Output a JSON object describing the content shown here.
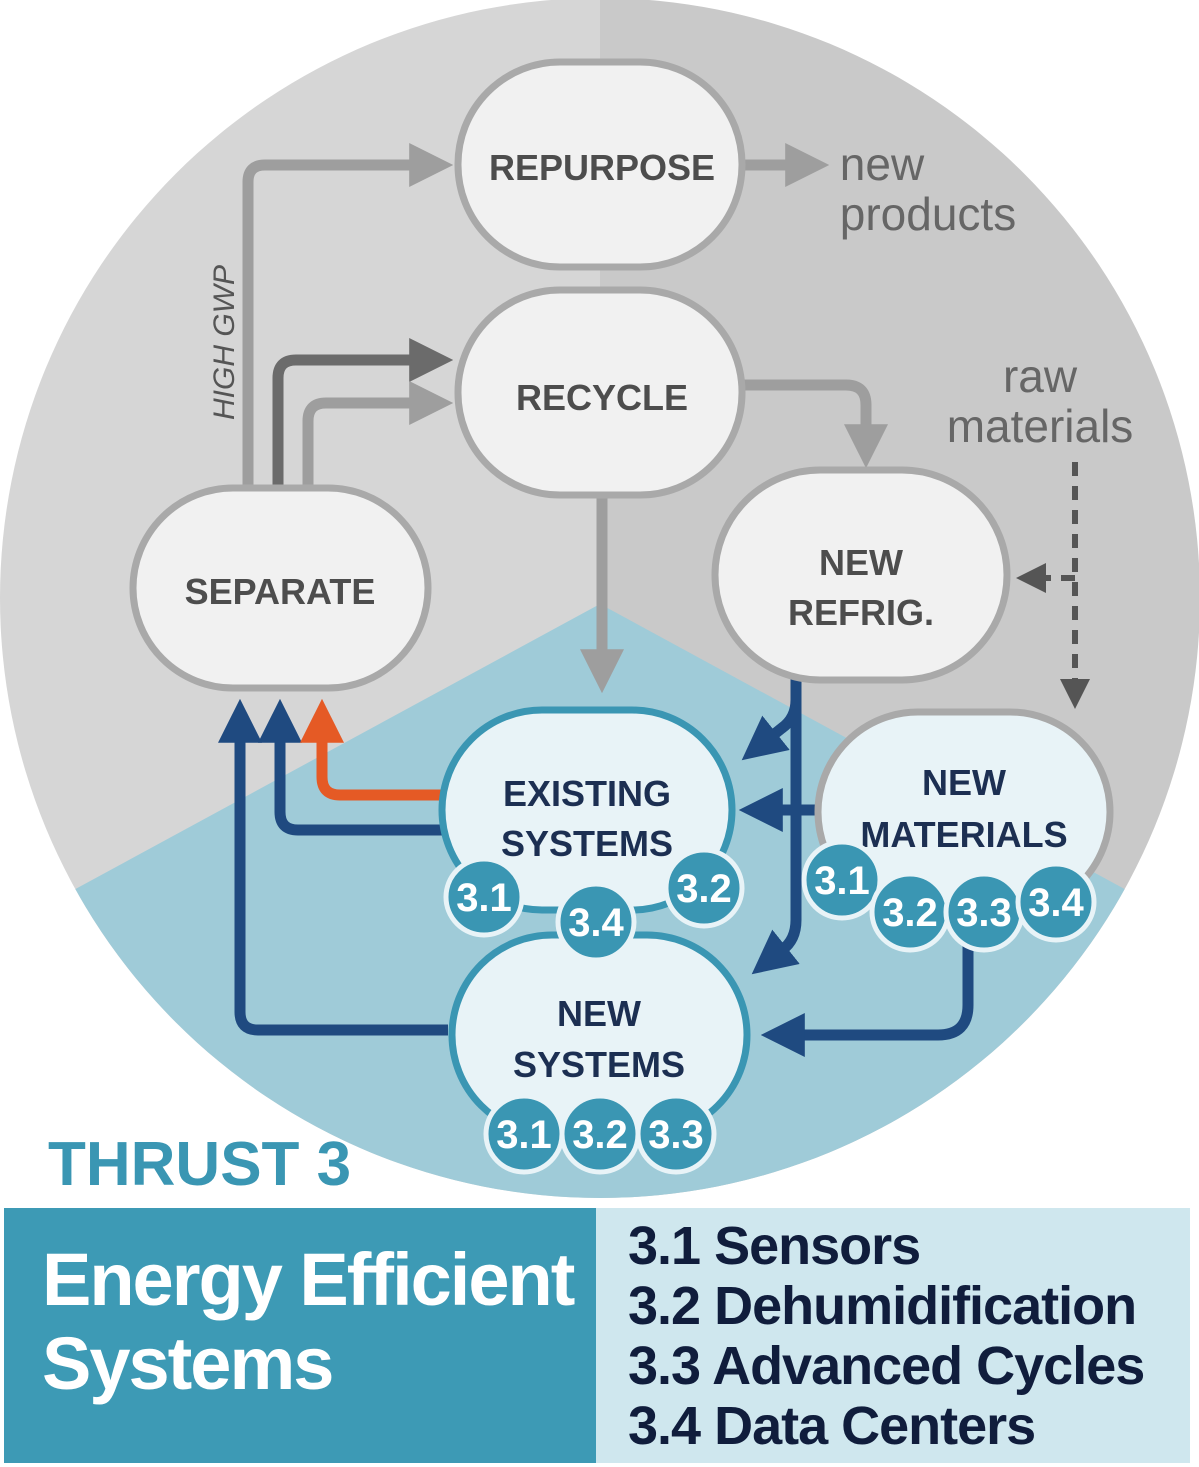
{
  "diagram": {
    "nodes": {
      "repurpose": "REPURPOSE",
      "recycle": "RECYCLE",
      "separate": "SEPARATE",
      "new_refrig": [
        "NEW",
        "REFRIG."
      ],
      "existing_systems": [
        "EXISTING",
        "SYSTEMS"
      ],
      "new_materials": [
        "NEW",
        "MATERIALS"
      ],
      "new_systems": [
        "NEW",
        "SYSTEMS"
      ]
    },
    "annotations": {
      "new_products": [
        "new",
        "products"
      ],
      "raw_materials": [
        "raw",
        "materials"
      ],
      "high_gwp": "HIGH GWP"
    },
    "badges": {
      "existing_systems": [
        "3.1",
        "3.4",
        "3.2"
      ],
      "new_materials": [
        "3.1",
        "3.2",
        "3.3",
        "3.4"
      ],
      "new_systems": [
        "3.1",
        "3.2",
        "3.3"
      ]
    },
    "colors": {
      "gray_light": "#d6d6d6",
      "gray_dark": "#c9c9c9",
      "teal_region": "#9fcbd8",
      "node_fill": "#f1f1f1",
      "node_stroke": "#a9a9a9",
      "teal_node_fill": "#e8f3f7",
      "teal_node_stroke": "#3a96b3",
      "badge": "#3a96b3",
      "navy_arrow": "#1f4a80",
      "orange_arrow": "#e55a25",
      "gray_arrow": "#9e9e9e",
      "dark_gray_arrow": "#6b6b6b"
    }
  },
  "thrust": {
    "title": "THRUST 3",
    "name_line1": "Energy Efficient",
    "name_line2": "Systems",
    "items": [
      "3.1 Sensors",
      "3.2 Dehumidification",
      "3.3 Advanced Cycles",
      "3.4 Data Centers"
    ]
  }
}
